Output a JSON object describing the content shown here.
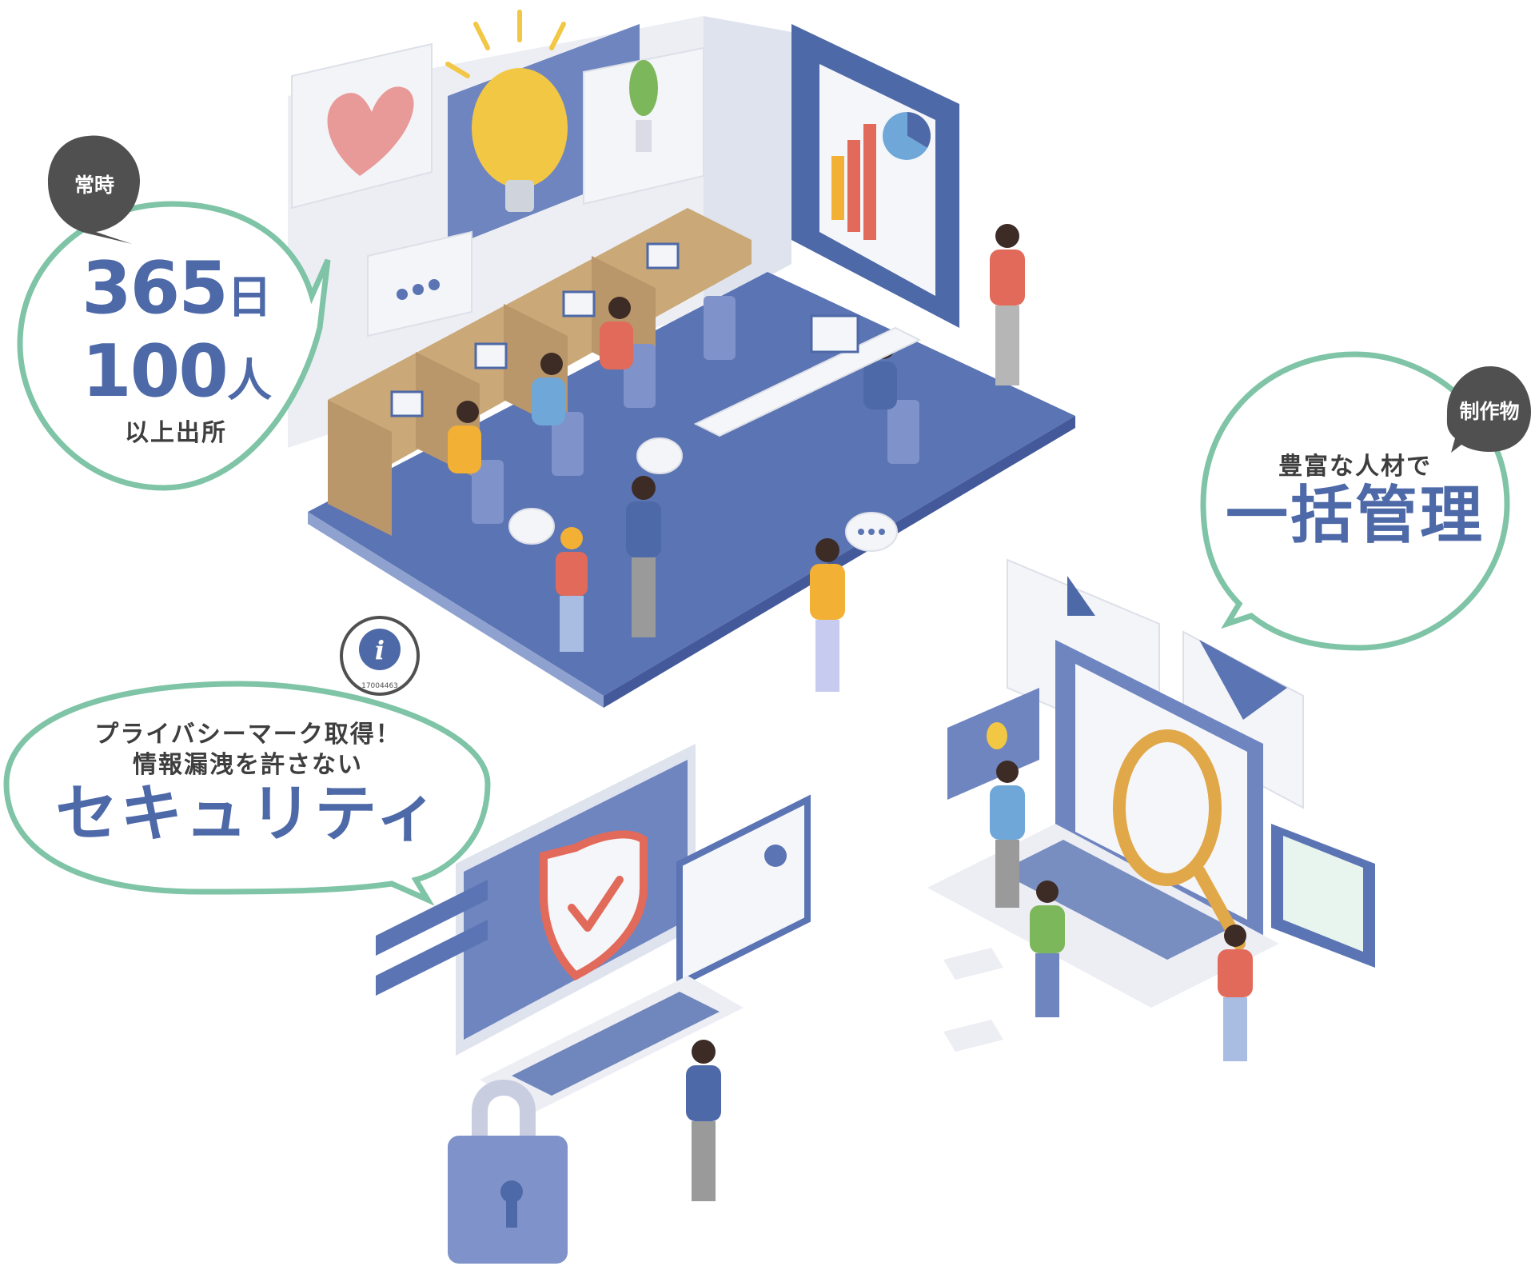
{
  "bubbles": {
    "attendance": {
      "tag": "常時",
      "line1_number": "365",
      "line1_unit": "日",
      "line2_number": "100",
      "line2_unit": "人",
      "line3": "以上出所"
    },
    "management": {
      "tag": "制作物",
      "line1": "豊富な人材で",
      "line2": "一括管理"
    },
    "security": {
      "line1": "プライバシーマーク取得！",
      "line2": "情報漏洩を許さない",
      "line3": "セキュリティ"
    }
  },
  "privacy_mark": {
    "number": "17004463"
  },
  "colors": {
    "accent_green": "#7fc4a6",
    "brand_blue": "#4e69a8",
    "floor_blue": "#5b74b3",
    "dark_tag": "#505050"
  }
}
